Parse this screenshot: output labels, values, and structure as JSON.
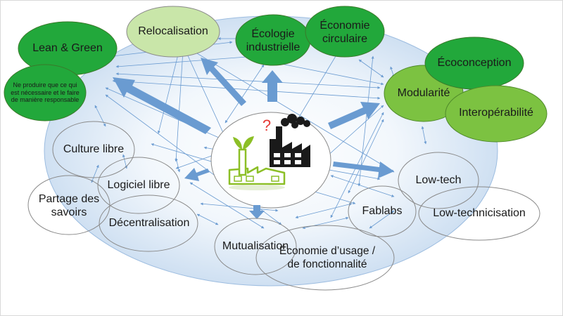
{
  "nodes": {
    "relocalisation": "Relocalisation",
    "lean_green": "Lean & Green",
    "ne_produire": "Ne produire que ce qui est nécessaire et le faire de manière responsable",
    "ecologie_industrielle": "Écologie industrielle",
    "economie_circulaire": "Économie circulaire",
    "ecoconception": "Écoconception",
    "modularite": "Modularité",
    "interoperabilite": "Interopérabilité",
    "culture_libre": "Culture libre",
    "logiciel_libre": "Logiciel libre",
    "partage_des_savoirs": "Partage des savoirs",
    "decentralisation": "Décentralisation",
    "mutualisation": "Mutualisation",
    "economie_usage": "Économie d’usage / de fonctionnalité",
    "fablabs": "Fablabs",
    "low_tech": "Low-tech",
    "low_technicisation": "Low-technicisation"
  },
  "center": {
    "question_mark": "?"
  },
  "colors": {
    "dark_green": "#22a83b",
    "light_green": "#c9e6a9",
    "mid_green": "#7cc241",
    "arrow_blue": "#6a9bd1",
    "outline_gray": "#8a8a8a"
  }
}
